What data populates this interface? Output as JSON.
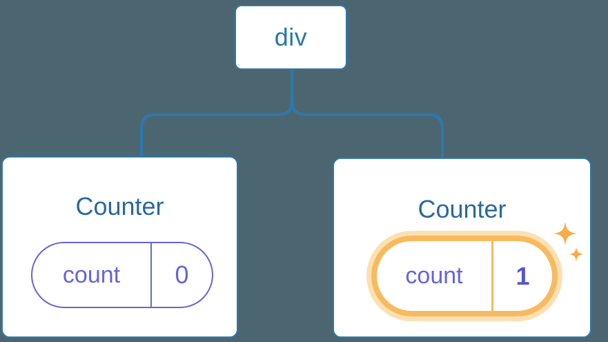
{
  "diagram": {
    "root": {
      "label": "div"
    },
    "children": [
      {
        "title": "Counter",
        "state": {
          "key": "count",
          "value": "0"
        },
        "highlighted": false
      },
      {
        "title": "Counter",
        "state": {
          "key": "count",
          "value": "1"
        },
        "highlighted": true
      }
    ]
  },
  "icons": {
    "sparkles": "sparkles-icon"
  },
  "colors": {
    "background": "#4c6671",
    "connector_blue": "#2d79ab",
    "node_text_blue": "#2878aa",
    "title_blue": "#29699c",
    "state_purple": "#6565d8",
    "state_value_bold": "#5357cf",
    "highlight_orange": "#f8ba5e",
    "highlight_glow": "#fde0b2",
    "sparkle_orange": "#f6ac48",
    "card_background": "#ffffff"
  }
}
